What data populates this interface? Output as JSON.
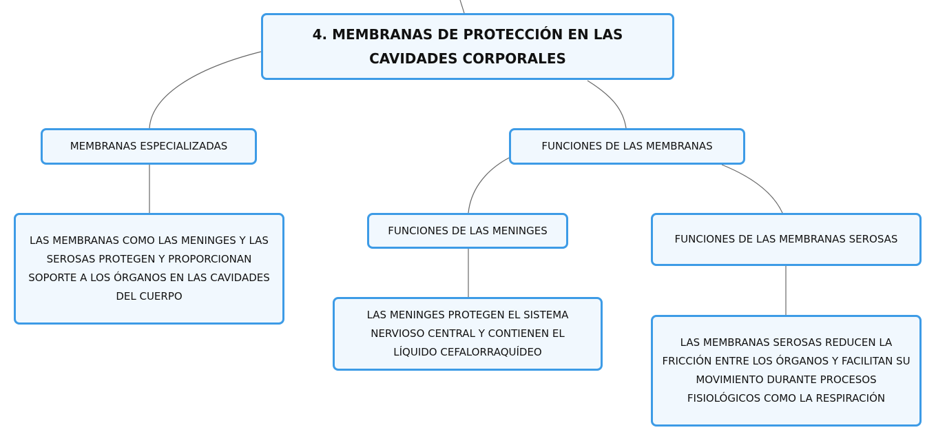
{
  "colors": {
    "border": "#3d9be6",
    "fill": "#f1f8fe",
    "link": "#666666"
  },
  "nodes": {
    "root": "4. MEMBRANAS DE PROTECCIÓN EN LAS CAVIDADES CORPORALES",
    "especializadas": "MEMBRANAS ESPECIALIZADAS",
    "especializadas_detail": "LAS MEMBRANAS COMO LAS MENINGES Y LAS SEROSAS PROTEGEN Y PROPORCIONAN SOPORTE A LOS ÓRGANOS EN LAS CAVIDADES DEL CUERPO",
    "funciones": "FUNCIONES DE LAS MEMBRANAS",
    "meninges": "FUNCIONES DE LAS MENINGES",
    "meninges_detail": "LAS MENINGES PROTEGEN EL SISTEMA NERVIOSO CENTRAL Y CONTIENEN EL LÍQUIDO CEFALORRAQUÍDEO",
    "serosas": "FUNCIONES DE LAS MEMBRANAS SEROSAS",
    "serosas_detail": "LAS MEMBRANAS SEROSAS REDUCEN LA FRICCIÓN ENTRE LOS ÓRGANOS Y FACILITAN SU MOVIMIENTO DURANTE PROCESOS FISIOLÓGICOS COMO LA RESPIRACIÓN"
  }
}
